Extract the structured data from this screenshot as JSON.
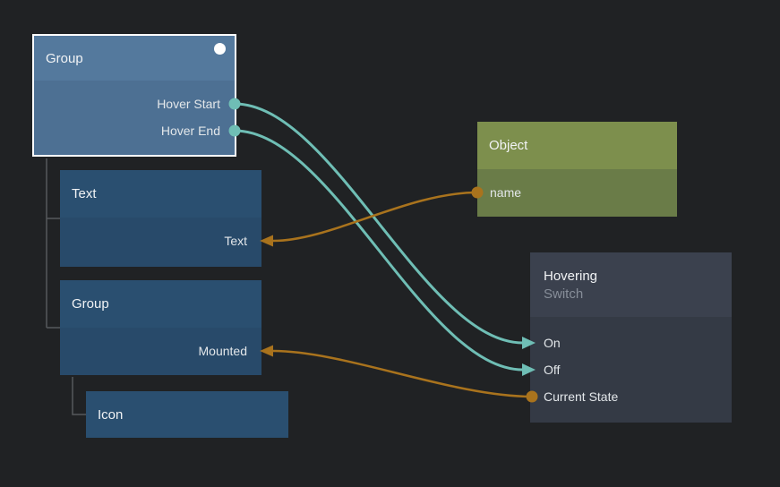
{
  "canvas": {
    "background": "#202224"
  },
  "colors": {
    "teal": "#6fbeb5",
    "orange": "#a9731d",
    "tree_line": "#56595c",
    "selected_border": "#ffffff"
  },
  "nodes": {
    "group_selected": {
      "title": "Group",
      "ports": {
        "hover_start": "Hover Start",
        "hover_end": "Hover End"
      }
    },
    "text": {
      "title": "Text",
      "ports": {
        "text": "Text"
      }
    },
    "group_child": {
      "title": "Group",
      "ports": {
        "mounted": "Mounted"
      }
    },
    "icon": {
      "title": "Icon"
    },
    "object": {
      "title": "Object",
      "ports": {
        "name": "name"
      }
    },
    "hovering": {
      "title": "Hovering",
      "subtitle": "Switch",
      "ports": {
        "on": "On",
        "off": "Off",
        "current_state": "Current State"
      }
    }
  },
  "connections": [
    {
      "from": "Group.Hover Start",
      "to": "Hovering.On",
      "color": "#6fbeb5"
    },
    {
      "from": "Group.Hover End",
      "to": "Hovering.Off",
      "color": "#6fbeb5"
    },
    {
      "from": "Object.name",
      "to": "Text.Text",
      "color": "#a9731d"
    },
    {
      "from": "Hovering.Current State",
      "to": "Group.Mounted",
      "color": "#a9731d"
    }
  ]
}
